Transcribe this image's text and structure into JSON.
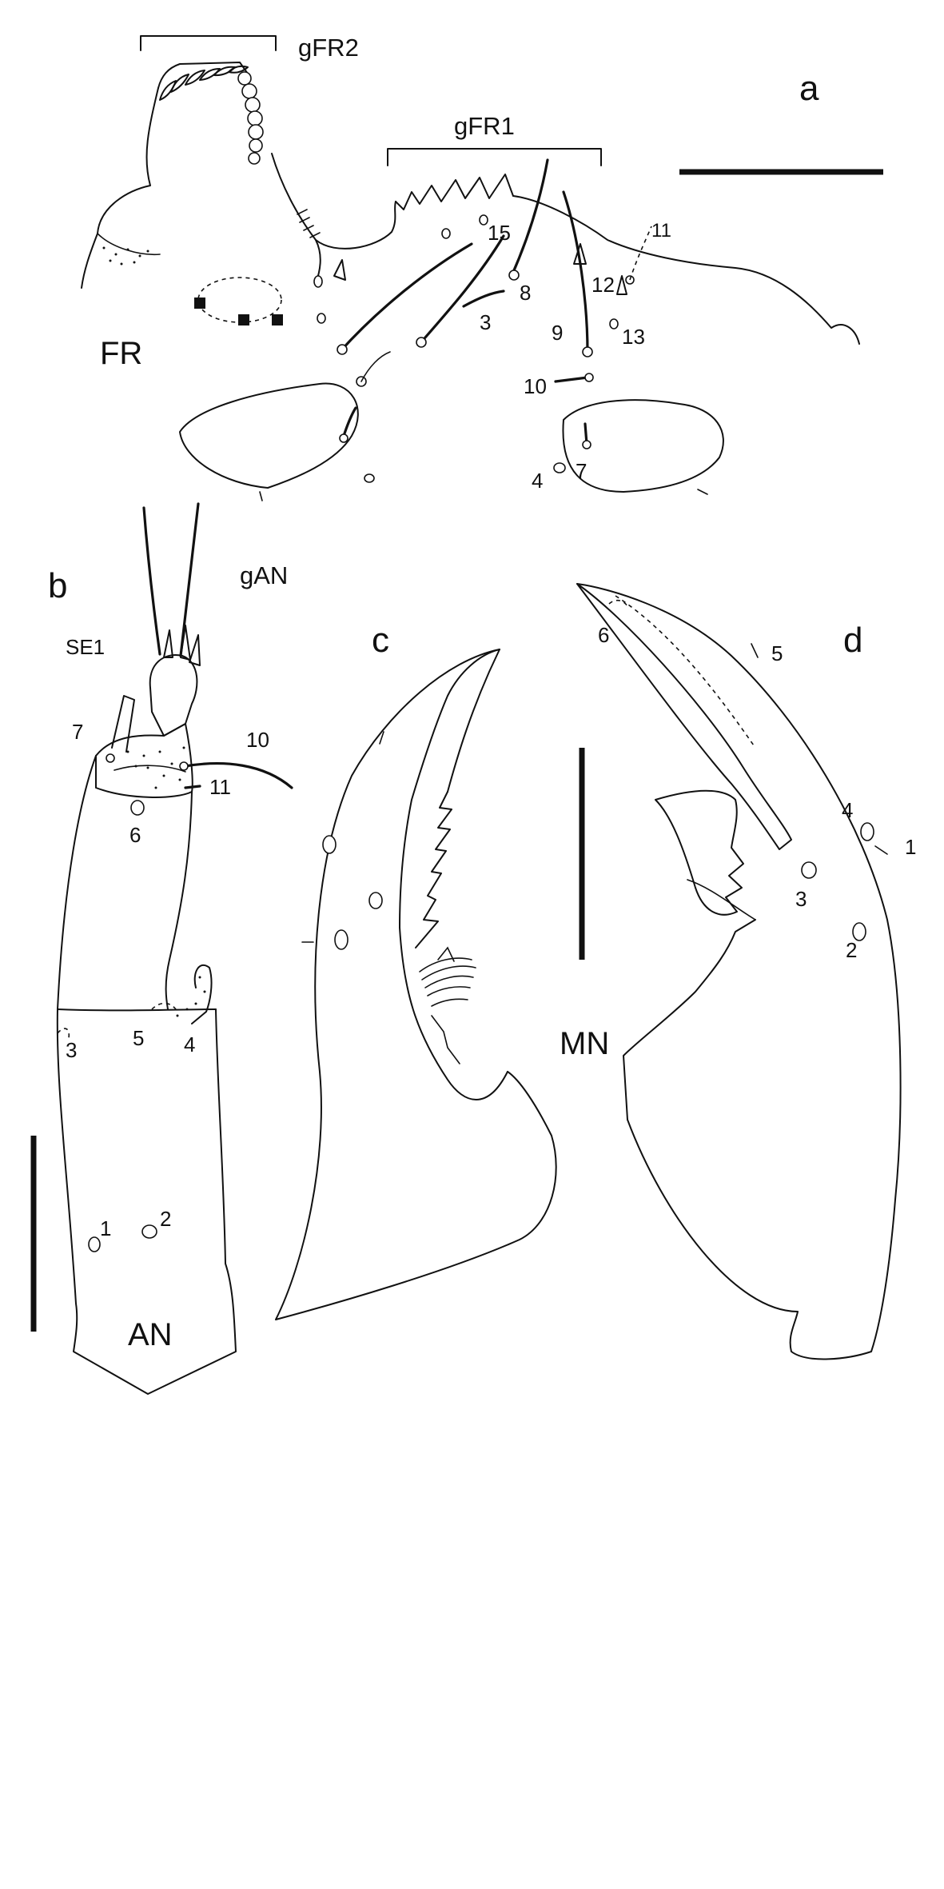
{
  "figure": {
    "panels": {
      "a": {
        "letter": "a",
        "label": "FR",
        "groups": [
          "gFR2",
          "gFR1"
        ],
        "numbers": [
          "15",
          "8",
          "3",
          "9",
          "10",
          "11",
          "12",
          "13",
          "7",
          "4"
        ]
      },
      "b": {
        "letter": "b",
        "label": "AN",
        "groups": [
          "gAN",
          "SE1"
        ],
        "numbers": [
          "7",
          "10",
          "11",
          "6",
          "3",
          "5",
          "4",
          "1",
          "2"
        ]
      },
      "c": {
        "letter": "c"
      },
      "d": {
        "letter": "d",
        "label": "MN",
        "numbers": [
          "6",
          "5",
          "4",
          "1",
          "3",
          "2"
        ]
      }
    },
    "colors": {
      "ink": "#111111",
      "background": "#ffffff"
    }
  }
}
